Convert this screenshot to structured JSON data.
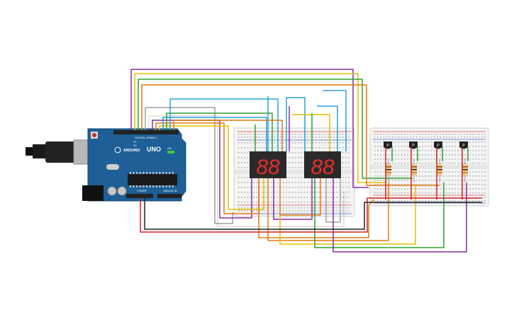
{
  "arduino": {
    "brand": "ARDUINO",
    "model": "UNO",
    "digital_label": "DIGITAL (PWM~)",
    "power_label": "POWER",
    "analog_label": "ANALOG IN",
    "on_label": "ON",
    "tx_label": "TX",
    "rx_label": "RX",
    "colors": {
      "board": "#1d5f96",
      "header": "#222222",
      "usb": "#b8b8b8",
      "chip": "#1a1a1a"
    }
  },
  "displays": {
    "glyph": "88",
    "segment_color": "#e52e2e",
    "body_color": "#2a2a2a"
  },
  "transistors": {
    "count": 4,
    "label": "P"
  },
  "colors": {
    "wire_red": "#d42020",
    "wire_green": "#2fa02f",
    "wire_yellow": "#e0c000",
    "wire_orange": "#e07a10",
    "wire_purple": "#8a2ba0",
    "wire_blue": "#2aa0d8",
    "wire_gray": "#a0a0a0",
    "wire_black": "#202020",
    "breadboard": "#f2f2f2",
    "rail_red": "#e05050",
    "rail_blue": "#5070d0"
  }
}
